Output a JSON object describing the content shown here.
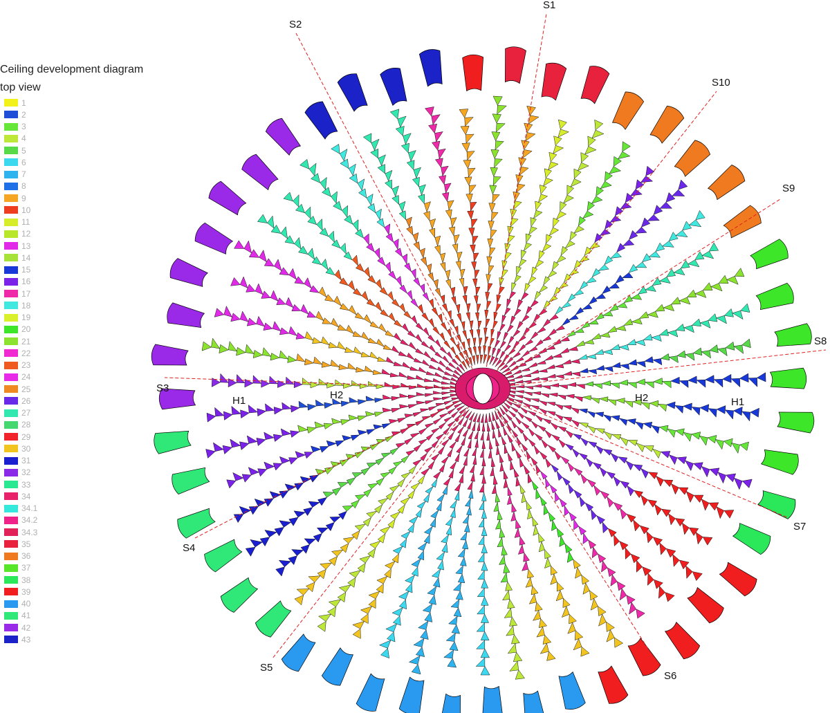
{
  "legend": {
    "title_line1": "Ceiling development diagram",
    "title_line2": "top view",
    "items": [
      {
        "label": "1",
        "color": "#f2f21a"
      },
      {
        "label": "2",
        "color": "#1f4fd6"
      },
      {
        "label": "3",
        "color": "#67e63a"
      },
      {
        "label": "4",
        "color": "#bde83a"
      },
      {
        "label": "5",
        "color": "#57d948"
      },
      {
        "label": "6",
        "color": "#3bd8f0"
      },
      {
        "label": "7",
        "color": "#2fb3ef"
      },
      {
        "label": "8",
        "color": "#1f6fe6"
      },
      {
        "label": "9",
        "color": "#f5a623"
      },
      {
        "label": "10",
        "color": "#ef3d1f"
      },
      {
        "label": "11",
        "color": "#d7ec2a"
      },
      {
        "label": "12",
        "color": "#b8e62a"
      },
      {
        "label": "13",
        "color": "#e02ae8"
      },
      {
        "label": "14",
        "color": "#a6e23a"
      },
      {
        "label": "15",
        "color": "#1838d8"
      },
      {
        "label": "16",
        "color": "#7a22e8"
      },
      {
        "label": "17",
        "color": "#ee2aa8"
      },
      {
        "label": "18",
        "color": "#41e8e0"
      },
      {
        "label": "19",
        "color": "#d9f02a"
      },
      {
        "label": "20",
        "color": "#3ee62a"
      },
      {
        "label": "21",
        "color": "#8be32f"
      },
      {
        "label": "22",
        "color": "#f02ad0"
      },
      {
        "label": "23",
        "color": "#ee5a1f"
      },
      {
        "label": "24",
        "color": "#e82ae8"
      },
      {
        "label": "25",
        "color": "#ef8a22"
      },
      {
        "label": "26",
        "color": "#6a28e8"
      },
      {
        "label": "27",
        "color": "#33e8b0"
      },
      {
        "label": "28",
        "color": "#45d870"
      },
      {
        "label": "29",
        "color": "#f0222a"
      },
      {
        "label": "30",
        "color": "#f2c41f"
      },
      {
        "label": "31",
        "color": "#1a20d0"
      },
      {
        "label": "32",
        "color": "#8a2ae8"
      },
      {
        "label": "33",
        "color": "#2ae890"
      },
      {
        "label": "34",
        "color": "#e8226a"
      },
      {
        "label": "34.1",
        "color": "#35e8dc"
      },
      {
        "label": "34.2",
        "color": "#ee2288"
      },
      {
        "label": "34.3",
        "color": "#e02258"
      },
      {
        "label": "35",
        "color": "#e8223c"
      },
      {
        "label": "36",
        "color": "#f07a1f"
      },
      {
        "label": "37",
        "color": "#58e62a"
      },
      {
        "label": "38",
        "color": "#2ae85a"
      },
      {
        "label": "39",
        "color": "#f01e1e"
      },
      {
        "label": "40",
        "color": "#2a9af0"
      },
      {
        "label": "41",
        "color": "#30e878"
      },
      {
        "label": "42",
        "color": "#9a2ae8"
      },
      {
        "label": "43",
        "color": "#1a22c8"
      }
    ]
  },
  "diagram": {
    "section_marks": [
      "S1",
      "S2",
      "S3",
      "S4",
      "S5",
      "S6",
      "S7",
      "S8",
      "S9",
      "S10"
    ],
    "level_marks": [
      "H1",
      "H2",
      "H2",
      "H1"
    ],
    "cut_line_color": "#e02020",
    "ribs": [
      {
        "inner": "#ef3d1f",
        "mid": "#f5a623",
        "outer": "#8be32f"
      },
      {
        "inner": "#ef3d1f",
        "mid": "#d7ec2a",
        "outer": "#f5a623"
      },
      {
        "inner": "#e8226a",
        "mid": "#bde83a",
        "outer": "#d7ec2a"
      },
      {
        "inner": "#e8226a",
        "mid": "#d7ec2a",
        "outer": "#bde83a"
      },
      {
        "inner": "#e8226a",
        "mid": "#bde83a",
        "outer": "#67e63a"
      },
      {
        "inner": "#e8226a",
        "mid": "#d7ec2a",
        "outer": "#7a22e8"
      },
      {
        "inner": "#e8226a",
        "mid": "#41e8e0",
        "outer": "#6a28e8"
      },
      {
        "inner": "#e8226a",
        "mid": "#1838d8",
        "outer": "#41e8e0"
      },
      {
        "inner": "#e8226a",
        "mid": "#67e63a",
        "outer": "#33e8b0"
      },
      {
        "inner": "#e8226a",
        "mid": "#8be32f",
        "outer": "#8be32f"
      },
      {
        "inner": "#e8226a",
        "mid": "#41e8e0",
        "outer": "#33e8b0"
      },
      {
        "inner": "#e8226a",
        "mid": "#1838d8",
        "outer": "#57d948"
      },
      {
        "inner": "#e8226a",
        "mid": "#67e63a",
        "outer": "#1838d8"
      },
      {
        "inner": "#e8226a",
        "mid": "#8be32f",
        "outer": "#1838d8"
      },
      {
        "inner": "#e8226a",
        "mid": "#1838d8",
        "outer": "#67e63a"
      },
      {
        "inner": "#e8226a",
        "mid": "#bde83a",
        "outer": "#7a22e8"
      },
      {
        "inner": "#e8226a",
        "mid": "#6a28e8",
        "outer": "#f01e1e"
      },
      {
        "inner": "#e8226a",
        "mid": "#7a22e8",
        "outer": "#f01e1e"
      },
      {
        "inner": "#e8226a",
        "mid": "#ee2aa8",
        "outer": "#f01e1e"
      },
      {
        "inner": "#e8226a",
        "mid": "#6a28e8",
        "outer": "#f01e1e"
      },
      {
        "inner": "#e8226a",
        "mid": "#e02ae8",
        "outer": "#ee2aa8"
      },
      {
        "inner": "#e8226a",
        "mid": "#3ee62a",
        "outer": "#f2c41f"
      },
      {
        "inner": "#e8226a",
        "mid": "#bde83a",
        "outer": "#f2c41f"
      },
      {
        "inner": "#e8226a",
        "mid": "#ee2aa8",
        "outer": "#f2c41f"
      },
      {
        "inner": "#e8226a",
        "mid": "#67e63a",
        "outer": "#bde83a"
      },
      {
        "inner": "#e8226a",
        "mid": "#3bd8f0",
        "outer": "#3bd8f0"
      },
      {
        "inner": "#e8226a",
        "mid": "#2fb3ef",
        "outer": "#2fb3ef"
      },
      {
        "inner": "#e8226a",
        "mid": "#3bd8f0",
        "outer": "#2fb3ef"
      },
      {
        "inner": "#e8226a",
        "mid": "#2fb3ef",
        "outer": "#3bd8f0"
      },
      {
        "inner": "#e8226a",
        "mid": "#3bd8f0",
        "outer": "#f2c41f"
      },
      {
        "inner": "#e8226a",
        "mid": "#d7ec2a",
        "outer": "#bde83a"
      },
      {
        "inner": "#e8226a",
        "mid": "#bde83a",
        "outer": "#f2c41f"
      },
      {
        "inner": "#e8226a",
        "mid": "#67e63a",
        "outer": "#1a20d0"
      },
      {
        "inner": "#e8226a",
        "mid": "#57d948",
        "outer": "#1a20d0"
      },
      {
        "inner": "#e8226a",
        "mid": "#8be32f",
        "outer": "#1a20d0"
      },
      {
        "inner": "#e8226a",
        "mid": "#1838d8",
        "outer": "#7a22e8"
      },
      {
        "inner": "#e8226a",
        "mid": "#8be32f",
        "outer": "#7a22e8"
      },
      {
        "inner": "#e8226a",
        "mid": "#1f4fd6",
        "outer": "#7a22e8"
      },
      {
        "inner": "#e8226a",
        "mid": "#bde83a",
        "outer": "#8a2ae8"
      },
      {
        "inner": "#e8226a",
        "mid": "#f5a623",
        "outer": "#8be32f"
      },
      {
        "inner": "#e8226a",
        "mid": "#f2c41f",
        "outer": "#e02ae8"
      },
      {
        "inner": "#e8226a",
        "mid": "#f5a623",
        "outer": "#e02ae8"
      },
      {
        "inner": "#e8226a",
        "mid": "#f5a623",
        "outer": "#e02ae8"
      },
      {
        "inner": "#e8226a",
        "mid": "#ee5a1f",
        "outer": "#33e8b0"
      },
      {
        "inner": "#e8226a",
        "mid": "#ee5a1f",
        "outer": "#33e8b0"
      },
      {
        "inner": "#ef3d1f",
        "mid": "#e02ae8",
        "outer": "#33e8b0"
      },
      {
        "inner": "#ef3d1f",
        "mid": "#e02ae8",
        "outer": "#41e8e0"
      },
      {
        "inner": "#ef3d1f",
        "mid": "#ef8a22",
        "outer": "#33e8b0"
      },
      {
        "inner": "#ef3d1f",
        "mid": "#f5a623",
        "outer": "#33e8b0"
      },
      {
        "inner": "#ef3d1f",
        "mid": "#f5a623",
        "outer": "#ee2aa8"
      },
      {
        "inner": "#ef3d1f",
        "mid": "#ef3d1f",
        "outer": "#f5a623"
      }
    ],
    "outer_panels": [
      {
        "color": "#1a22c8"
      },
      {
        "color": "#1a22c8"
      },
      {
        "color": "#1a22c8"
      },
      {
        "color": "#1a22c8"
      },
      {
        "color": "#f01e1e"
      },
      {
        "color": "#e8223c"
      },
      {
        "color": "#e8223c"
      },
      {
        "color": "#e8223c"
      },
      {
        "color": "#f07a1f"
      },
      {
        "color": "#f07a1f"
      },
      {
        "color": "#f07a1f"
      },
      {
        "color": "#f07a1f"
      },
      {
        "color": "#f07a1f"
      },
      {
        "color": "#3ee62a"
      },
      {
        "color": "#3ee62a"
      },
      {
        "color": "#3ee62a"
      },
      {
        "color": "#3ee62a"
      },
      {
        "color": "#3ee62a"
      },
      {
        "color": "#3ee62a"
      },
      {
        "color": "#2ae85a"
      },
      {
        "color": "#2ae85a"
      },
      {
        "color": "#f01e1e"
      },
      {
        "color": "#f01e1e"
      },
      {
        "color": "#f01e1e"
      },
      {
        "color": "#f01e1e"
      },
      {
        "color": "#f01e1e"
      },
      {
        "color": "#2a9af0"
      },
      {
        "color": "#2a9af0"
      },
      {
        "color": "#2a9af0"
      },
      {
        "color": "#2a9af0"
      },
      {
        "color": "#2a9af0"
      },
      {
        "color": "#2a9af0"
      },
      {
        "color": "#2a9af0"
      },
      {
        "color": "#2a9af0"
      },
      {
        "color": "#30e878"
      },
      {
        "color": "#30e878"
      },
      {
        "color": "#30e878"
      },
      {
        "color": "#30e878"
      },
      {
        "color": "#30e878"
      },
      {
        "color": "#30e878"
      },
      {
        "color": "#9a2ae8"
      },
      {
        "color": "#9a2ae8"
      },
      {
        "color": "#9a2ae8"
      },
      {
        "color": "#9a2ae8"
      },
      {
        "color": "#9a2ae8"
      },
      {
        "color": "#9a2ae8"
      },
      {
        "color": "#9a2ae8"
      },
      {
        "color": "#9a2ae8"
      }
    ]
  }
}
